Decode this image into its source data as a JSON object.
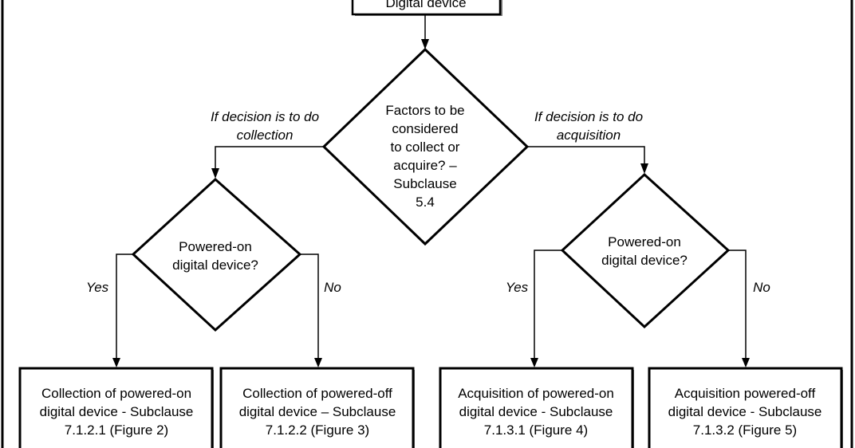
{
  "diagram": {
    "start": "Digital device",
    "decision_main": [
      "Factors to be",
      "considered",
      "to collect or",
      "acquire? –",
      "Subclause",
      "5.4"
    ],
    "branch_left": [
      "If decision is to do",
      "collection"
    ],
    "branch_right": [
      "If decision is to do",
      "acquisition"
    ],
    "decision_left": [
      "Powered-on",
      "digital device?"
    ],
    "decision_right": [
      "Powered-on",
      "digital device?"
    ],
    "yes": "Yes",
    "no": "No",
    "boxes": [
      [
        "Collection of powered-on",
        "digital device - Subclause",
        "7.1.2.1  (Figure 2)"
      ],
      [
        "Collection of powered-off",
        "digital device – Subclause",
        "7.1.2.2 (Figure 3)"
      ],
      [
        "Acquisition of powered-on",
        "digital device - Subclause",
        "7.1.3.1 (Figure 4)"
      ],
      [
        "Acquisition powered-off",
        "digital device - Subclause",
        "7.1.3.2 (Figure 5)"
      ]
    ]
  }
}
